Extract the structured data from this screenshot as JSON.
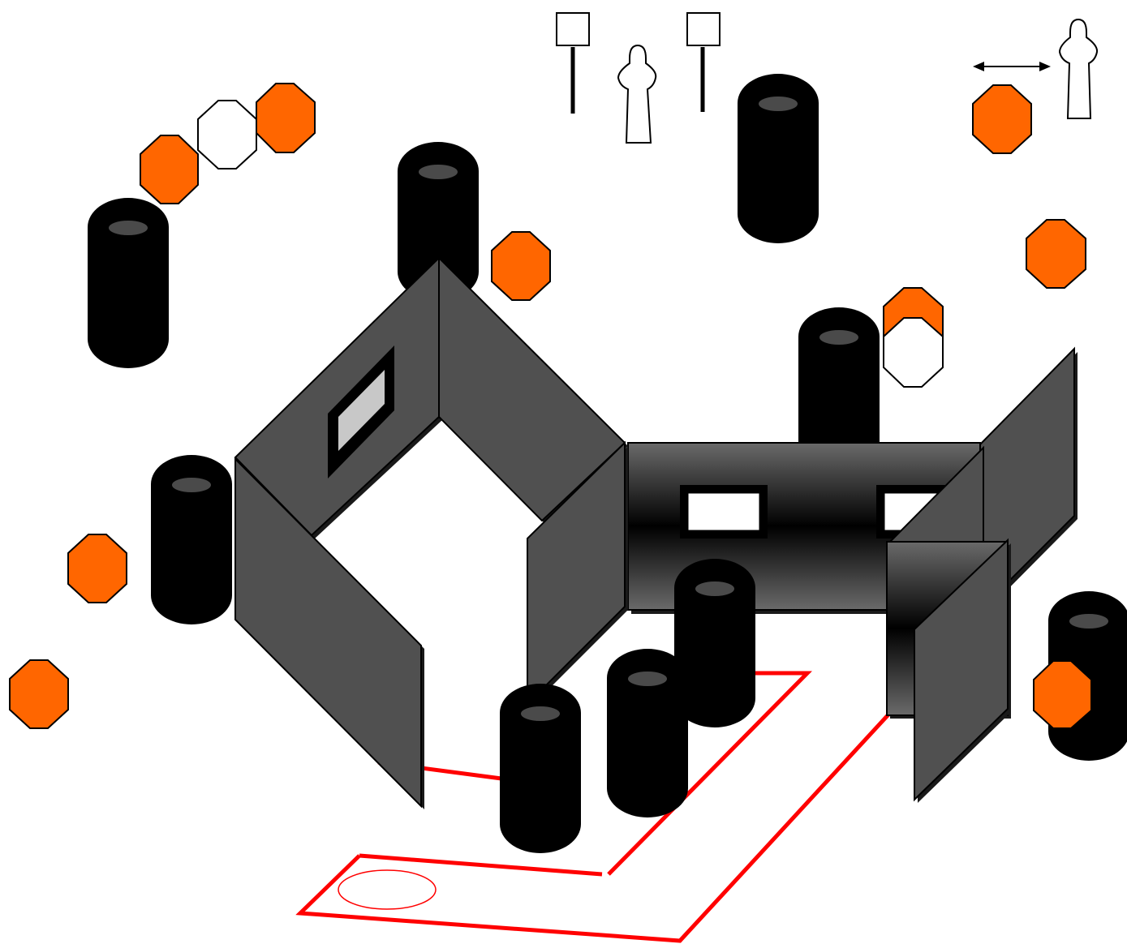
{
  "title": "",
  "colors": {
    "barrel": "#000000",
    "barrel_top": "#4a4a4a",
    "wall": "#505050",
    "wall_shadow": "#1a1a1a",
    "steel_target": "#ff6600",
    "no_shoot": "#ffffff",
    "fault_line": "#ff0000",
    "window_glass": "#c8c8c8",
    "outline": "#000000"
  },
  "legend": {},
  "counts": {
    "barrels": 10,
    "steel_targets": 10,
    "no_shoot_targets": 2,
    "paper_targets": 2,
    "moving_targets": 1,
    "walls": 4,
    "windows": 3,
    "shooting_boxes": 1,
    "start_positions": 1
  }
}
